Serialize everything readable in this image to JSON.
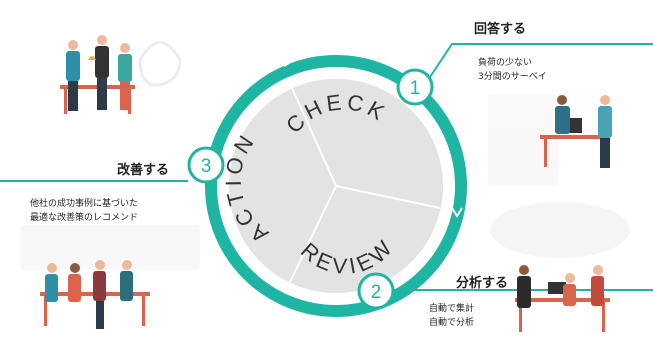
{
  "colors": {
    "accent": "#1fb5a3",
    "ring_fill": "#e3e3e3",
    "divider": "#ffffff"
  },
  "cycle": {
    "check_label": "CHECK",
    "review_label": "REVIEW",
    "action_label": "ACTION"
  },
  "steps": [
    {
      "number": "1",
      "title": "回答する",
      "lines": [
        "負荷の少ない",
        "3分間のサーベイ"
      ]
    },
    {
      "number": "2",
      "title": "分析する",
      "lines": [
        "自動で集計",
        "自動で分析"
      ]
    },
    {
      "number": "3",
      "title": "改善する",
      "lines": [
        "他社の成功事例に基づいた",
        "最適な改善策のレコメンド"
      ]
    }
  ]
}
